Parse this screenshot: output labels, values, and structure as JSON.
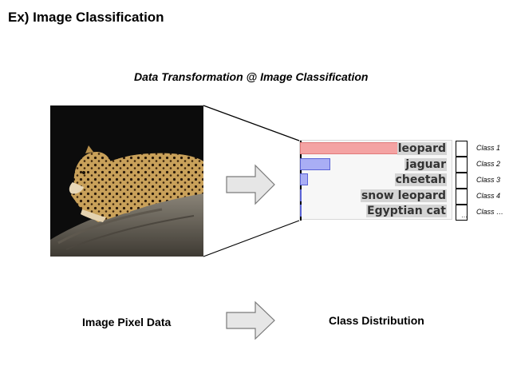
{
  "slide": {
    "title": "Ex) Image Classification",
    "diagram_title": "Data Transformation @ Image Classification"
  },
  "results": [
    {
      "label": "leopard",
      "fraction": 0.92,
      "color": "#f4a3a3",
      "stroke": "#e07a7a"
    },
    {
      "label": "jaguar",
      "fraction": 0.2,
      "color": "#a9aef5",
      "stroke": "#5a63d6"
    },
    {
      "label": "cheetah",
      "fraction": 0.05,
      "color": "#a9aef5",
      "stroke": "#5a63d6"
    },
    {
      "label": "snow leopard",
      "fraction": 0.01,
      "color": "#a9aef5",
      "stroke": "#5a63d6"
    },
    {
      "label": "Egyptian cat",
      "fraction": 0.005,
      "color": "#a9aef5",
      "stroke": "#5a63d6"
    }
  ],
  "classes": [
    "Class 1",
    "Class 2",
    "Class 3",
    "Class 4",
    "Class …"
  ],
  "class_ellipsis": "…",
  "captions": {
    "input": "Image Pixel Data",
    "output": "Class Distribution"
  }
}
